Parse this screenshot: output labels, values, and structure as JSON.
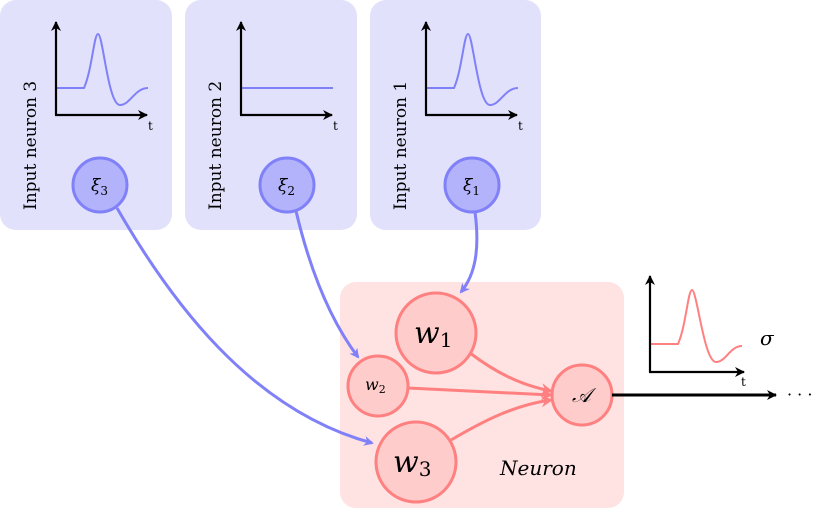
{
  "colors": {
    "input_box": "#e1e1fc",
    "input_node_fill": "#b3b3fb",
    "input_stroke": "#8080f8",
    "neuron_box": "#ffe2e2",
    "neuron_node_fill": "#ffcccc",
    "neuron_stroke": "#ff8080"
  },
  "inputs": [
    {
      "label": "Input neuron 3",
      "node": "ξ",
      "sub": "3",
      "signal": "spike"
    },
    {
      "label": "Input neuron 2",
      "node": "ξ",
      "sub": "2",
      "signal": "flat"
    },
    {
      "label": "Input neuron 1",
      "node": "ξ",
      "sub": "1",
      "signal": "spike"
    }
  ],
  "axis_label": "t",
  "weights": [
    {
      "name": "w",
      "sub": "1"
    },
    {
      "name": "w",
      "sub": "2"
    },
    {
      "name": "w",
      "sub": "3"
    }
  ],
  "activation": "𝒜",
  "neuron_label": "Neuron",
  "output_label": "σ",
  "continuation": "· · ·"
}
